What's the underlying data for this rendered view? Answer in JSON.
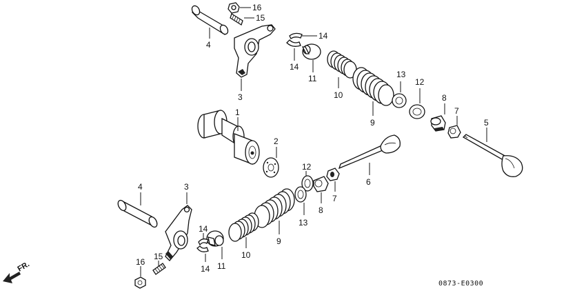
{
  "diagram": {
    "callouts": {
      "c1": "1",
      "c2": "2",
      "c3_top": "3",
      "c3_bot": "3",
      "c4_top": "4",
      "c4_bot": "4",
      "c5": "5",
      "c6": "6",
      "c7_top": "7",
      "c7_bot": "7",
      "c8_top": "8",
      "c8_bot": "8",
      "c9_top": "9",
      "c9_bot": "9",
      "c10_top": "10",
      "c10_bot": "10",
      "c11_top": "11",
      "c11_bot": "11",
      "c12_top": "12",
      "c12_bot": "12",
      "c13_top": "13",
      "c13_bot": "13",
      "c14_top_a": "14",
      "c14_top_b": "14",
      "c14_bot_a": "14",
      "c14_bot_b": "14",
      "c15_top": "15",
      "c15_bot": "15",
      "c16_top": "16",
      "c16_bot": "16"
    },
    "front_label": "FR.",
    "drawing_code": "0873-E0300"
  }
}
